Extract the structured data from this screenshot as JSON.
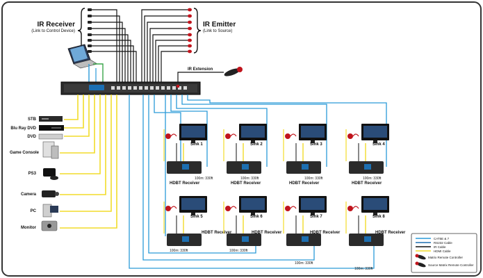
{
  "ir_receiver": {
    "title": "IR Receiver",
    "subtitle": "(Link to Control Device)"
  },
  "ir_emitter": {
    "title": "IR Emitter",
    "subtitle": "(Link to Source)"
  },
  "ir_extension": {
    "label": "IR Extension"
  },
  "sources": [
    {
      "label": "STB",
      "icon": "stb-icon"
    },
    {
      "label": "Blu Ray DVD",
      "icon": "bluray-icon"
    },
    {
      "label": "DVD",
      "icon": "dvd-icon"
    },
    {
      "label": "Game Console",
      "icon": "game-console-icon"
    },
    {
      "label": "PS3",
      "icon": "ps3-icon"
    },
    {
      "label": "Camera",
      "icon": "camera-icon"
    },
    {
      "label": "PC",
      "icon": "pc-icon"
    },
    {
      "label": "Monitor",
      "icon": "monitor-icon"
    }
  ],
  "sinks": [
    {
      "label": "Sink 1",
      "receiver": "HDBT Receiver",
      "distance": "100m: 330ft"
    },
    {
      "label": "Sink 2",
      "receiver": "HDBT Receiver",
      "distance": "100m: 330ft"
    },
    {
      "label": "Sink 3",
      "receiver": "HDBT Receiver",
      "distance": "100m: 330ft"
    },
    {
      "label": "Sink 4",
      "receiver": "HDBT Receiver",
      "distance": "100m: 330ft"
    },
    {
      "label": "Sink 5",
      "receiver": "HDBT Receiver",
      "distance": "100m: 330ft"
    },
    {
      "label": "Sink 6",
      "receiver": "HDBT Receiver",
      "distance": "100m: 330ft"
    },
    {
      "label": "Sink 7",
      "receiver": "HDBT Receiver",
      "distance": "100m: 330ft"
    },
    {
      "label": "Sink 8",
      "receiver": "HDBT Receiver",
      "distance": "100m: 330ft"
    }
  ],
  "legend": {
    "items": [
      {
        "label": "CAT5E & 7",
        "color": "#2a9ad8"
      },
      {
        "label": "RS232 Cable",
        "color": "#1d6fb0"
      },
      {
        "label": "IR Cable",
        "color": "#111111"
      },
      {
        "label": "HDMI Cable",
        "color": "#f2dc2a"
      },
      {
        "label": "Matrix Remote Controller",
        "color": "#c0141c"
      },
      {
        "label": "Source Matrix Remote Controller",
        "color": "#c0141c"
      }
    ]
  },
  "colors": {
    "cat": "#2a9ad8",
    "hdmi": "#f2dc2a",
    "ir": "#111111",
    "rs232": "#1d6fb0",
    "green": "#3aa64a"
  }
}
